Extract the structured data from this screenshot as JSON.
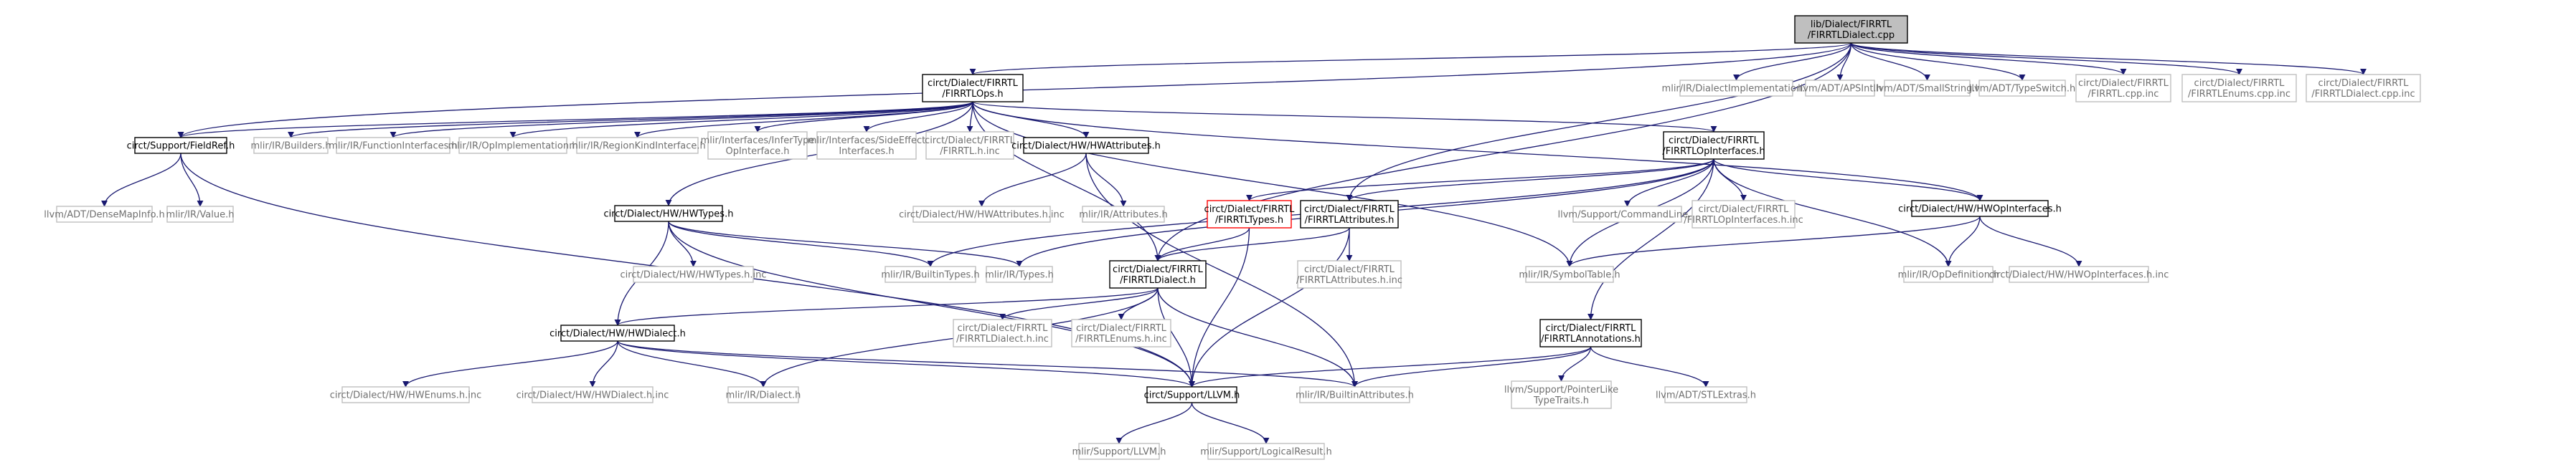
{
  "colors": {
    "root_fill": "#bfbfbf",
    "node_fill": "#ffffff",
    "documented_border": "#000000",
    "external_border": "#bfbfbf",
    "highlight_border": "#ff0000",
    "edge": "#191970",
    "text_documented": "#000000",
    "text_external": "#707070"
  },
  "nodes": [
    {
      "id": "root",
      "lines": [
        "lib/Dialect/FIRRTL",
        "/FIRRTLDialect.cpp"
      ],
      "kind": "root"
    },
    {
      "id": "firrtlops",
      "lines": [
        "circt/Dialect/FIRRTL",
        "/FIRRTLOps.h"
      ],
      "kind": "doc"
    },
    {
      "id": "dialectimpl",
      "lines": [
        "mlir/IR/DialectImplementation.h"
      ],
      "kind": "ext"
    },
    {
      "id": "apsint",
      "lines": [
        "llvm/ADT/APSInt.h"
      ],
      "kind": "ext"
    },
    {
      "id": "smallstring",
      "lines": [
        "llvm/ADT/SmallString.h"
      ],
      "kind": "ext"
    },
    {
      "id": "typeswitch",
      "lines": [
        "llvm/ADT/TypeSwitch.h"
      ],
      "kind": "ext"
    },
    {
      "id": "firrtlcppinc",
      "lines": [
        "circt/Dialect/FIRRTL",
        "/FIRRTL.cpp.inc"
      ],
      "kind": "ext"
    },
    {
      "id": "enumscppinc",
      "lines": [
        "circt/Dialect/FIRRTL",
        "/FIRRTLEnums.cpp.inc"
      ],
      "kind": "ext"
    },
    {
      "id": "dialectcppinc",
      "lines": [
        "circt/Dialect/FIRRTL",
        "/FIRRTLDialect.cpp.inc"
      ],
      "kind": "ext"
    },
    {
      "id": "fieldref",
      "lines": [
        "circt/Support/FieldRef.h"
      ],
      "kind": "doc"
    },
    {
      "id": "builders",
      "lines": [
        "mlir/IR/Builders.h"
      ],
      "kind": "ext"
    },
    {
      "id": "funciface",
      "lines": [
        "mlir/IR/FunctionInterfaces.h"
      ],
      "kind": "ext"
    },
    {
      "id": "opimpl",
      "lines": [
        "mlir/IR/OpImplementation.h"
      ],
      "kind": "ext"
    },
    {
      "id": "regionkind",
      "lines": [
        "mlir/IR/RegionKindInterface.h"
      ],
      "kind": "ext"
    },
    {
      "id": "infertype",
      "lines": [
        "mlir/Interfaces/InferType",
        "OpInterface.h"
      ],
      "kind": "ext"
    },
    {
      "id": "sideeffect",
      "lines": [
        "mlir/Interfaces/SideEffect",
        "Interfaces.h"
      ],
      "kind": "ext"
    },
    {
      "id": "firrtlhinc",
      "lines": [
        "circt/Dialect/FIRRTL",
        "/FIRRTL.h.inc"
      ],
      "kind": "ext"
    },
    {
      "id": "hwattrs",
      "lines": [
        "circt/Dialect/HW/HWAttributes.h"
      ],
      "kind": "doc"
    },
    {
      "id": "opifaces",
      "lines": [
        "circt/Dialect/FIRRTL",
        "/FIRRTLOpInterfaces.h"
      ],
      "kind": "doc"
    },
    {
      "id": "densemap",
      "lines": [
        "llvm/ADT/DenseMapInfo.h"
      ],
      "kind": "ext"
    },
    {
      "id": "value",
      "lines": [
        "mlir/IR/Value.h"
      ],
      "kind": "ext"
    },
    {
      "id": "hwtypes",
      "lines": [
        "circt/Dialect/HW/HWTypes.h"
      ],
      "kind": "doc"
    },
    {
      "id": "hwattrsinc",
      "lines": [
        "circt/Dialect/HW/HWAttributes.h.inc"
      ],
      "kind": "ext"
    },
    {
      "id": "attributes",
      "lines": [
        "mlir/IR/Attributes.h"
      ],
      "kind": "ext"
    },
    {
      "id": "firrtltypes",
      "lines": [
        "circt/Dialect/FIRRTL",
        "/FIRRTLTypes.h"
      ],
      "kind": "highlight"
    },
    {
      "id": "firrtlattrs",
      "lines": [
        "circt/Dialect/FIRRTL",
        "/FIRRTLAttributes.h"
      ],
      "kind": "doc"
    },
    {
      "id": "cmdline",
      "lines": [
        "llvm/Support/CommandLine.h"
      ],
      "kind": "ext"
    },
    {
      "id": "opifacesinc",
      "lines": [
        "circt/Dialect/FIRRTL",
        "/FIRRTLOpInterfaces.h.inc"
      ],
      "kind": "ext"
    },
    {
      "id": "hwopifaces",
      "lines": [
        "circt/Dialect/HW/HWOpInterfaces.h"
      ],
      "kind": "doc"
    },
    {
      "id": "builtintypes",
      "lines": [
        "mlir/IR/BuiltinTypes.h"
      ],
      "kind": "ext"
    },
    {
      "id": "types",
      "lines": [
        "mlir/IR/Types.h"
      ],
      "kind": "ext"
    },
    {
      "id": "hwtypesinc",
      "lines": [
        "circt/Dialect/HW/HWTypes.h.inc"
      ],
      "kind": "ext"
    },
    {
      "id": "firrtldialect",
      "lines": [
        "circt/Dialect/FIRRTL",
        "/FIRRTLDialect.h"
      ],
      "kind": "doc"
    },
    {
      "id": "attrshinc",
      "lines": [
        "circt/Dialect/FIRRTL",
        "/FIRRTLAttributes.h.inc"
      ],
      "kind": "ext"
    },
    {
      "id": "symboltable",
      "lines": [
        "mlir/IR/SymbolTable.h"
      ],
      "kind": "ext"
    },
    {
      "id": "opdef",
      "lines": [
        "mlir/IR/OpDefinition.h"
      ],
      "kind": "ext"
    },
    {
      "id": "hwopifacesinc",
      "lines": [
        "circt/Dialect/HW/HWOpInterfaces.h.inc"
      ],
      "kind": "ext"
    },
    {
      "id": "hwdialect",
      "lines": [
        "circt/Dialect/HW/HWDialect.h"
      ],
      "kind": "doc"
    },
    {
      "id": "dialecthinc",
      "lines": [
        "circt/Dialect/FIRRTL",
        "/FIRRTLDialect.h.inc"
      ],
      "kind": "ext"
    },
    {
      "id": "enumshinc",
      "lines": [
        "circt/Dialect/FIRRTL",
        "/FIRRTLEnums.h.inc"
      ],
      "kind": "ext"
    },
    {
      "id": "annotations",
      "lines": [
        "circt/Dialect/FIRRTL",
        "/FIRRTLAnnotations.h"
      ],
      "kind": "doc"
    },
    {
      "id": "hwenumsinc",
      "lines": [
        "circt/Dialect/HW/HWEnums.h.inc"
      ],
      "kind": "ext"
    },
    {
      "id": "hwdialectinc",
      "lines": [
        "circt/Dialect/HW/HWDialect.h.inc"
      ],
      "kind": "ext"
    },
    {
      "id": "irdialect",
      "lines": [
        "mlir/IR/Dialect.h"
      ],
      "kind": "ext"
    },
    {
      "id": "supportllvm",
      "lines": [
        "circt/Support/LLVM.h"
      ],
      "kind": "doc"
    },
    {
      "id": "builtinattrs",
      "lines": [
        "mlir/IR/BuiltinAttributes.h"
      ],
      "kind": "ext"
    },
    {
      "id": "pointerlike",
      "lines": [
        "llvm/Support/PointerLike",
        "TypeTraits.h"
      ],
      "kind": "ext"
    },
    {
      "id": "stlextras",
      "lines": [
        "llvm/ADT/STLExtras.h"
      ],
      "kind": "ext"
    },
    {
      "id": "mlirllvm",
      "lines": [
        "mlir/Support/LLVM.h"
      ],
      "kind": "ext"
    },
    {
      "id": "logicalresult",
      "lines": [
        "mlir/Support/LogicalResult.h"
      ],
      "kind": "ext"
    }
  ],
  "edges": [
    [
      "root",
      "firrtlops"
    ],
    [
      "root",
      "dialectimpl"
    ],
    [
      "root",
      "apsint"
    ],
    [
      "root",
      "smallstring"
    ],
    [
      "root",
      "typeswitch"
    ],
    [
      "root",
      "firrtlcppinc"
    ],
    [
      "root",
      "enumscppinc"
    ],
    [
      "root",
      "dialectcppinc"
    ],
    [
      "root",
      "fieldref"
    ],
    [
      "root",
      "firrtlattrs"
    ],
    [
      "root",
      "firrtldialect"
    ],
    [
      "firrtlops",
      "fieldref"
    ],
    [
      "firrtlops",
      "builders"
    ],
    [
      "firrtlops",
      "funciface"
    ],
    [
      "firrtlops",
      "opimpl"
    ],
    [
      "firrtlops",
      "regionkind"
    ],
    [
      "firrtlops",
      "infertype"
    ],
    [
      "firrtlops",
      "sideeffect"
    ],
    [
      "firrtlops",
      "firrtlhinc"
    ],
    [
      "firrtlops",
      "hwattrs"
    ],
    [
      "firrtlops",
      "opifaces"
    ],
    [
      "firrtlops",
      "hwtypes"
    ],
    [
      "firrtlops",
      "hwopifaces"
    ],
    [
      "firrtlops",
      "symboltable"
    ],
    [
      "firrtlops",
      "firrtldialect"
    ],
    [
      "fieldref",
      "densemap"
    ],
    [
      "fieldref",
      "value"
    ],
    [
      "fieldref",
      "supportllvm"
    ],
    [
      "hwattrs",
      "hwattrsinc"
    ],
    [
      "hwattrs",
      "attributes"
    ],
    [
      "hwattrs",
      "builtinattrs"
    ],
    [
      "opifaces",
      "firrtltypes"
    ],
    [
      "opifaces",
      "firrtlattrs"
    ],
    [
      "opifaces",
      "cmdline"
    ],
    [
      "opifaces",
      "opifacesinc"
    ],
    [
      "opifaces",
      "hwopifaces"
    ],
    [
      "opifaces",
      "symboltable"
    ],
    [
      "opifaces",
      "opdef"
    ],
    [
      "opifaces",
      "annotations"
    ],
    [
      "opifaces",
      "types"
    ],
    [
      "opifaces",
      "builtintypes"
    ],
    [
      "hwtypes",
      "builtintypes"
    ],
    [
      "hwtypes",
      "types"
    ],
    [
      "hwtypes",
      "hwtypesinc"
    ],
    [
      "hwtypes",
      "hwdialect"
    ],
    [
      "hwtypes",
      "supportllvm"
    ],
    [
      "firrtltypes",
      "firrtldialect"
    ],
    [
      "firrtltypes",
      "supportllvm"
    ],
    [
      "firrtlattrs",
      "firrtldialect"
    ],
    [
      "firrtlattrs",
      "attrshinc"
    ],
    [
      "firrtlattrs",
      "supportllvm"
    ],
    [
      "hwopifaces",
      "symboltable"
    ],
    [
      "hwopifaces",
      "opdef"
    ],
    [
      "hwopifaces",
      "hwopifacesinc"
    ],
    [
      "firrtldialect",
      "hwdialect"
    ],
    [
      "firrtldialect",
      "dialecthinc"
    ],
    [
      "firrtldialect",
      "enumshinc"
    ],
    [
      "firrtldialect",
      "irdialect"
    ],
    [
      "firrtldialect",
      "supportllvm"
    ],
    [
      "firrtldialect",
      "builtinattrs"
    ],
    [
      "hwdialect",
      "hwenumsinc"
    ],
    [
      "hwdialect",
      "hwdialectinc"
    ],
    [
      "hwdialect",
      "irdialect"
    ],
    [
      "hwdialect",
      "supportllvm"
    ],
    [
      "hwdialect",
      "builtinattrs"
    ],
    [
      "annotations",
      "pointerlike"
    ],
    [
      "annotations",
      "stlextras"
    ],
    [
      "annotations",
      "supportllvm"
    ],
    [
      "annotations",
      "builtinattrs"
    ],
    [
      "supportllvm",
      "mlirllvm"
    ],
    [
      "supportllvm",
      "logicalresult"
    ]
  ]
}
